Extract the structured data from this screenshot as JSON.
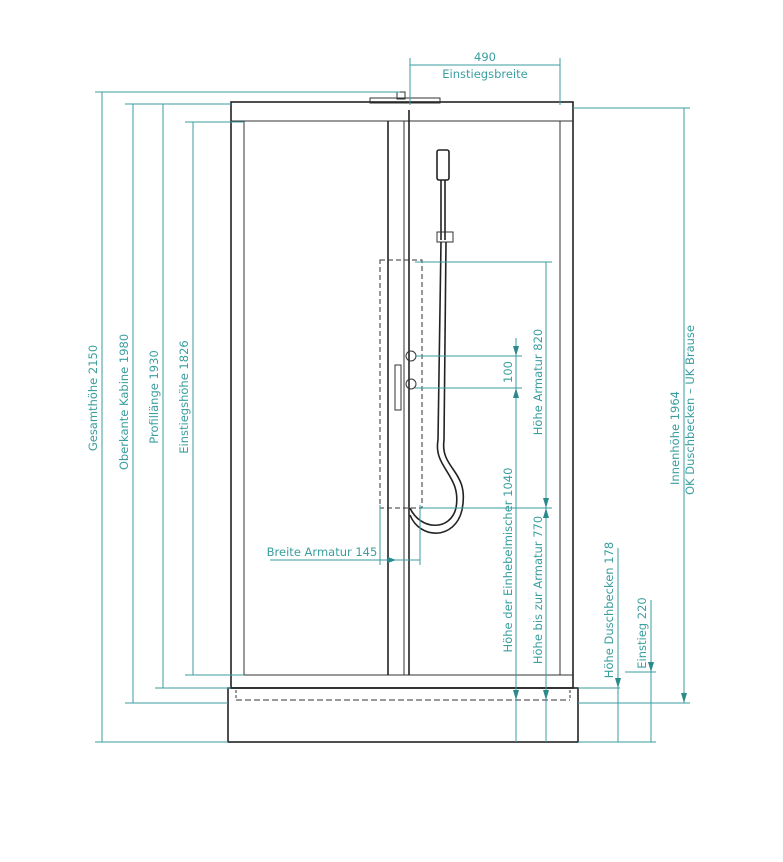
{
  "colors": {
    "dimension": "#3a9ea0",
    "outline": "#222222"
  },
  "top_dimension": {
    "value": "490",
    "label": "Einstiegsbreite"
  },
  "left_dimensions": {
    "gesamthoehe": "Gesamthöhe  2150",
    "oberkante": "Oberkante Kabine  1980",
    "profillaenge": "Profillänge  1930",
    "einstiegshoehe": "Einstiegshöhe  1826"
  },
  "fitting_dimensions": {
    "breite_armatur": "Breite Armatur  145",
    "abstand": "100",
    "hoehe_armatur": "Höhe Armatur  820",
    "einhebelmischer": "Höhe der Einhebelmischer  1040",
    "bis_armatur": "Höhe bis zur Armatur  770"
  },
  "right_dimensions": {
    "duschbecken": "Höhe Duschbecken  178",
    "einstieg": "Einstieg  220",
    "innenhoehe": "Innenhöhe  1964",
    "ok_uk": "OK Duschbecken – UK Brause"
  }
}
